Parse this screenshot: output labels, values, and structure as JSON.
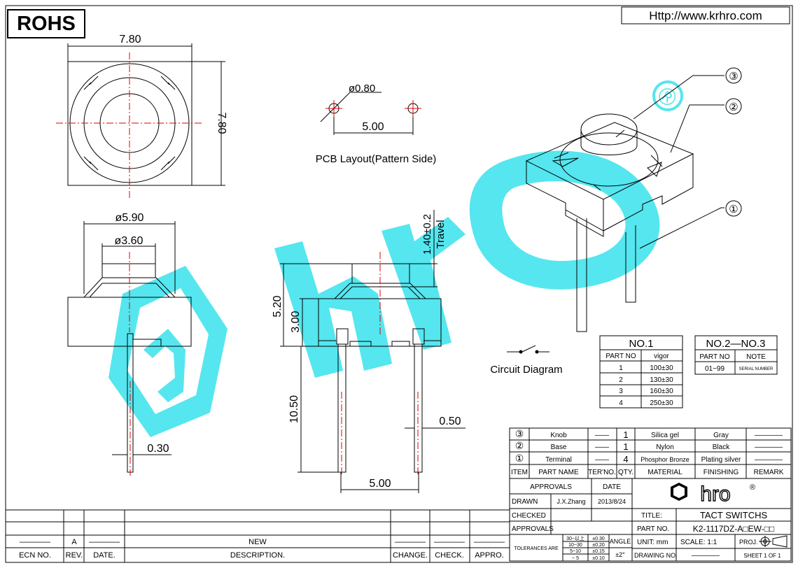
{
  "header": {
    "rohs": "ROHS",
    "url": "Http://www.krhro.com"
  },
  "top_view": {
    "width_dim": "7.80",
    "height_dim": "7.80"
  },
  "pcb": {
    "hole_dim": "ø0.80",
    "pitch_dim": "5.00",
    "caption": "PCB Layout(Pattern Side)"
  },
  "side_view": {
    "dia_outer": "ø5.90",
    "dia_inner": "ø3.60",
    "pin_width": "0.30"
  },
  "front_view": {
    "travel_dim": "1.40±0.2",
    "travel_label": "Travel",
    "total_height": "5.20",
    "base_height": "3.00",
    "pin_length": "10.50",
    "pin_thickness": "0.50",
    "pin_pitch": "5.00"
  },
  "circuit": {
    "caption": "Circuit Diagram"
  },
  "callouts": {
    "c1": "①",
    "c2": "②",
    "c3": "③"
  },
  "table_no1": {
    "title": "NO.1",
    "headers": [
      "PART NO",
      "vigor"
    ],
    "rows": [
      [
        "1",
        "100±30"
      ],
      [
        "2",
        "130±30"
      ],
      [
        "3",
        "160±30"
      ],
      [
        "4",
        "250±30"
      ]
    ]
  },
  "table_no23": {
    "title": "NO.2—NO.3",
    "headers": [
      "PART NO",
      "NOTE"
    ],
    "rows": [
      [
        "01~99",
        "SERIAL NUMBER"
      ]
    ]
  },
  "bom": {
    "rows": [
      {
        "item": "③",
        "part": "Knob",
        "ter": "——",
        "qty": "1",
        "material": "Silica gel",
        "finishing": "Gray",
        "remark": "————"
      },
      {
        "item": "②",
        "part": "Base",
        "ter": "——",
        "qty": "1",
        "material": "Nylon",
        "finishing": "Black",
        "remark": "————"
      },
      {
        "item": "①",
        "part": "Terminal",
        "ter": "——",
        "qty": "4",
        "material": "Phosphor Bronze",
        "finishing": "Plating silver",
        "remark": "————"
      }
    ],
    "headers": {
      "item": "ITEM",
      "part": "PART NAME",
      "ter": "TER'NO.",
      "qty": "QTY.",
      "material": "MATERIAL",
      "finishing": "FINISHING",
      "remark": "REMARK"
    }
  },
  "title_block": {
    "approvals_head": "APPROVALS",
    "date_head": "DATE",
    "drawn_label": "DRAWN",
    "drawn_name": "J.X.Zhang",
    "drawn_date": "2013/8/24",
    "checked_label": "CHECKED",
    "approvals_label": "APPROVALS",
    "logo_text": "hro",
    "logo_reg": "®",
    "title_label": "TITLE:",
    "title_value": "TACT SWITCHS",
    "partno_label": "PART NO.",
    "partno_value": "K2-1117DZ-A□EW-□□",
    "tol_label": "TOLERANCES ARE",
    "tol_ranges": [
      "30~以上",
      "10~30",
      "5~10",
      "~ 5"
    ],
    "tol_values": [
      "±0.30",
      "±0.20",
      "±0.15",
      "±0.10"
    ],
    "angle_label": "ANGLE",
    "angle_value": "±2°",
    "unit": "UNIT:  mm",
    "scale": "SCALE:   1:1",
    "proj": "PROJ.",
    "drawing_no_label": "DRAWING NO.",
    "drawing_no_value": "————",
    "sheet": "SHEET   1  OF  1"
  },
  "revision": {
    "row_dash": "————",
    "rev": "A",
    "new": "NEW",
    "headers": {
      "ecn": "ECN NO.",
      "rev": "REV.",
      "date": "DATE.",
      "desc": "DESCRIPTION.",
      "change": "CHANGE.",
      "check": "CHECK.",
      "appro": "APPRO."
    }
  },
  "watermark": {
    "reg": "®"
  },
  "colors": {
    "watermark": "#55e6ef",
    "centerline": "#e00000",
    "line": "#000000"
  }
}
